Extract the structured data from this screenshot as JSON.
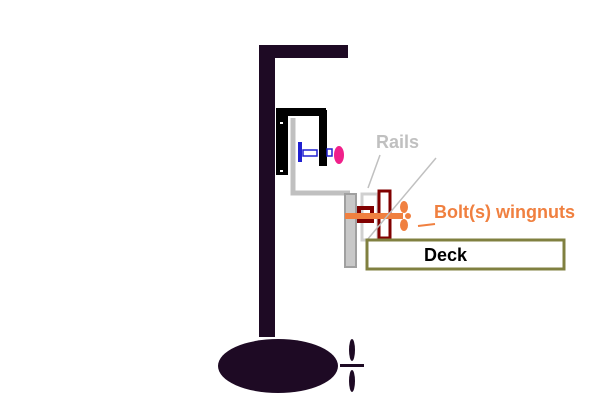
{
  "labels": {
    "rails": "Rails",
    "bolts": "Bolt(s) wingnuts",
    "deck": "Deck"
  },
  "colors": {
    "mast": "#1e0a24",
    "bracket": "#000000",
    "rail": "#c0c0c0",
    "bolt": "#f08040",
    "plate": "#800000",
    "deck_border": "#808040",
    "screw": "#2020d0",
    "knob": "#f0208a"
  }
}
